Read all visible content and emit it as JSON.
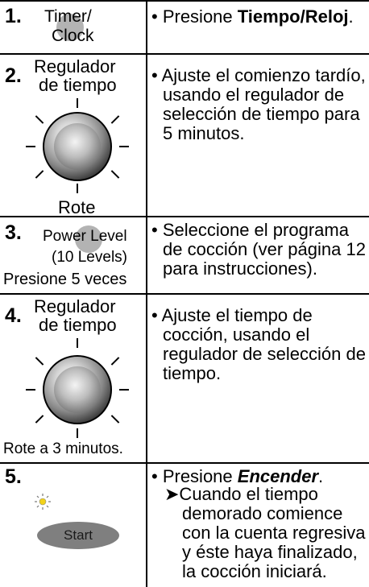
{
  "steps": [
    {
      "number": "1.",
      "left": {
        "line1": "Timer/",
        "line2": "Clock"
      },
      "right": {
        "prefix": "• Presione ",
        "bold1": "Tiempo",
        "sep": "/",
        "bold2": "Reloj",
        "suffix": "."
      }
    },
    {
      "number": "2.",
      "left": {
        "line1": "Regulador",
        "line2": "de tiempo",
        "caption": "Rote",
        "icon": "dial-knob-icon"
      },
      "right": {
        "text": "• Ajuste el comienzo tardío, usando el regulador de selección de tiempo para 5 minutos."
      }
    },
    {
      "number": "3.",
      "left": {
        "line1": "Power Level",
        "line2": "(10 Levels)",
        "caption": "Presione 5 veces"
      },
      "right": {
        "text": "• Seleccione el programa de cocción (ver página 12 para instrucciones)."
      }
    },
    {
      "number": "4.",
      "left": {
        "line1": "Regulador",
        "line2": "de tiempo",
        "caption": "Rote a 3 minutos.",
        "icon": "dial-knob-icon"
      },
      "right": {
        "text": "• Ajuste el tiempo de cocción, usando el regulador de selección de tiempo."
      }
    },
    {
      "number": "5.",
      "left": {
        "button": "Start",
        "icon": "sun-icon"
      },
      "right": {
        "prefix": "• Presione ",
        "emph": "Encender",
        "suffix": ".",
        "sub": "➤Cuando el tiempo demorado comience con la cuenta regresiva y éste haya finalizado, la cocción iniciará."
      }
    }
  ]
}
